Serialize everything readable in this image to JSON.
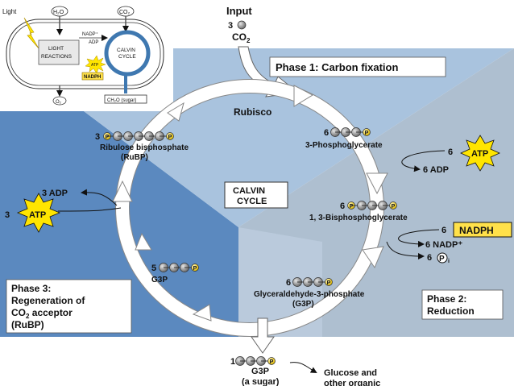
{
  "inset": {
    "light": "Light",
    "h2o": "H₂O",
    "co2": "CO₂",
    "light_reactions_1": "LIGHT",
    "light_reactions_2": "REACTIONS",
    "calvin_cycle_1": "CALVIN",
    "calvin_cycle_2": "CYCLE",
    "nadp": "NADP⁺",
    "adp": "ADP",
    "atp": "ATP",
    "nadph": "NADPH",
    "o2": "O₂",
    "sugar": "CH₂O (sugar)"
  },
  "input": {
    "title": "Input",
    "count": "3",
    "co2_main": "CO",
    "co2_sub": "2"
  },
  "phase1": "Phase 1: Carbon fixation",
  "rubisco": "Rubisco",
  "cycle": {
    "line1": "CALVIN",
    "line2": "CYCLE"
  },
  "pga": {
    "count": "6",
    "label": "3-Phosphoglycerate"
  },
  "atp_right": {
    "count": "6",
    "badge": "ATP",
    "adp": "6 ADP"
  },
  "bpg": {
    "count": "6",
    "label": "1, 3-Bisphosphoglycerate"
  },
  "nadph": {
    "count": "6",
    "badge": "NADPH",
    "nadp": "6 NADP⁺",
    "pi_count": "6",
    "pi": "P",
    "pi_sub": "i"
  },
  "g3p_main": {
    "count": "6",
    "label1": "Glyceraldehyde-3-phosphate",
    "label2": "(G3P)"
  },
  "phase2": {
    "line1": "Phase 2:",
    "line2": "Reduction"
  },
  "rubp": {
    "count": "3",
    "label1": "Ribulose bisphosphate",
    "label2": "(RuBP)"
  },
  "atp_left": {
    "count": "3",
    "badge": "ATP",
    "adp": "3 ADP"
  },
  "g3p_left": {
    "count": "5",
    "label": "G3P"
  },
  "phase3": {
    "line1": "Phase 3:",
    "line2": "Regeneration of",
    "line3_main": "CO",
    "line3_sub": "2",
    "line3_rest": " acceptor",
    "line4": "(RuBP)"
  },
  "output": {
    "count": "1",
    "label1": "G3P",
    "label2": "(a sugar)"
  },
  "glucose": {
    "line1": "Glucose and",
    "line2": "other organic"
  },
  "phosphate_mark": "P",
  "colors": {
    "left_blue": "#5b89bf",
    "top_blue": "#a9c3de",
    "bottom_blue": "#c6d6e8",
    "right_blue": "#aebfd0",
    "atp_yellow": "#ffe500",
    "nadph_yellow": "#ffe14a",
    "molecule_gray": "#8d8d8d"
  }
}
